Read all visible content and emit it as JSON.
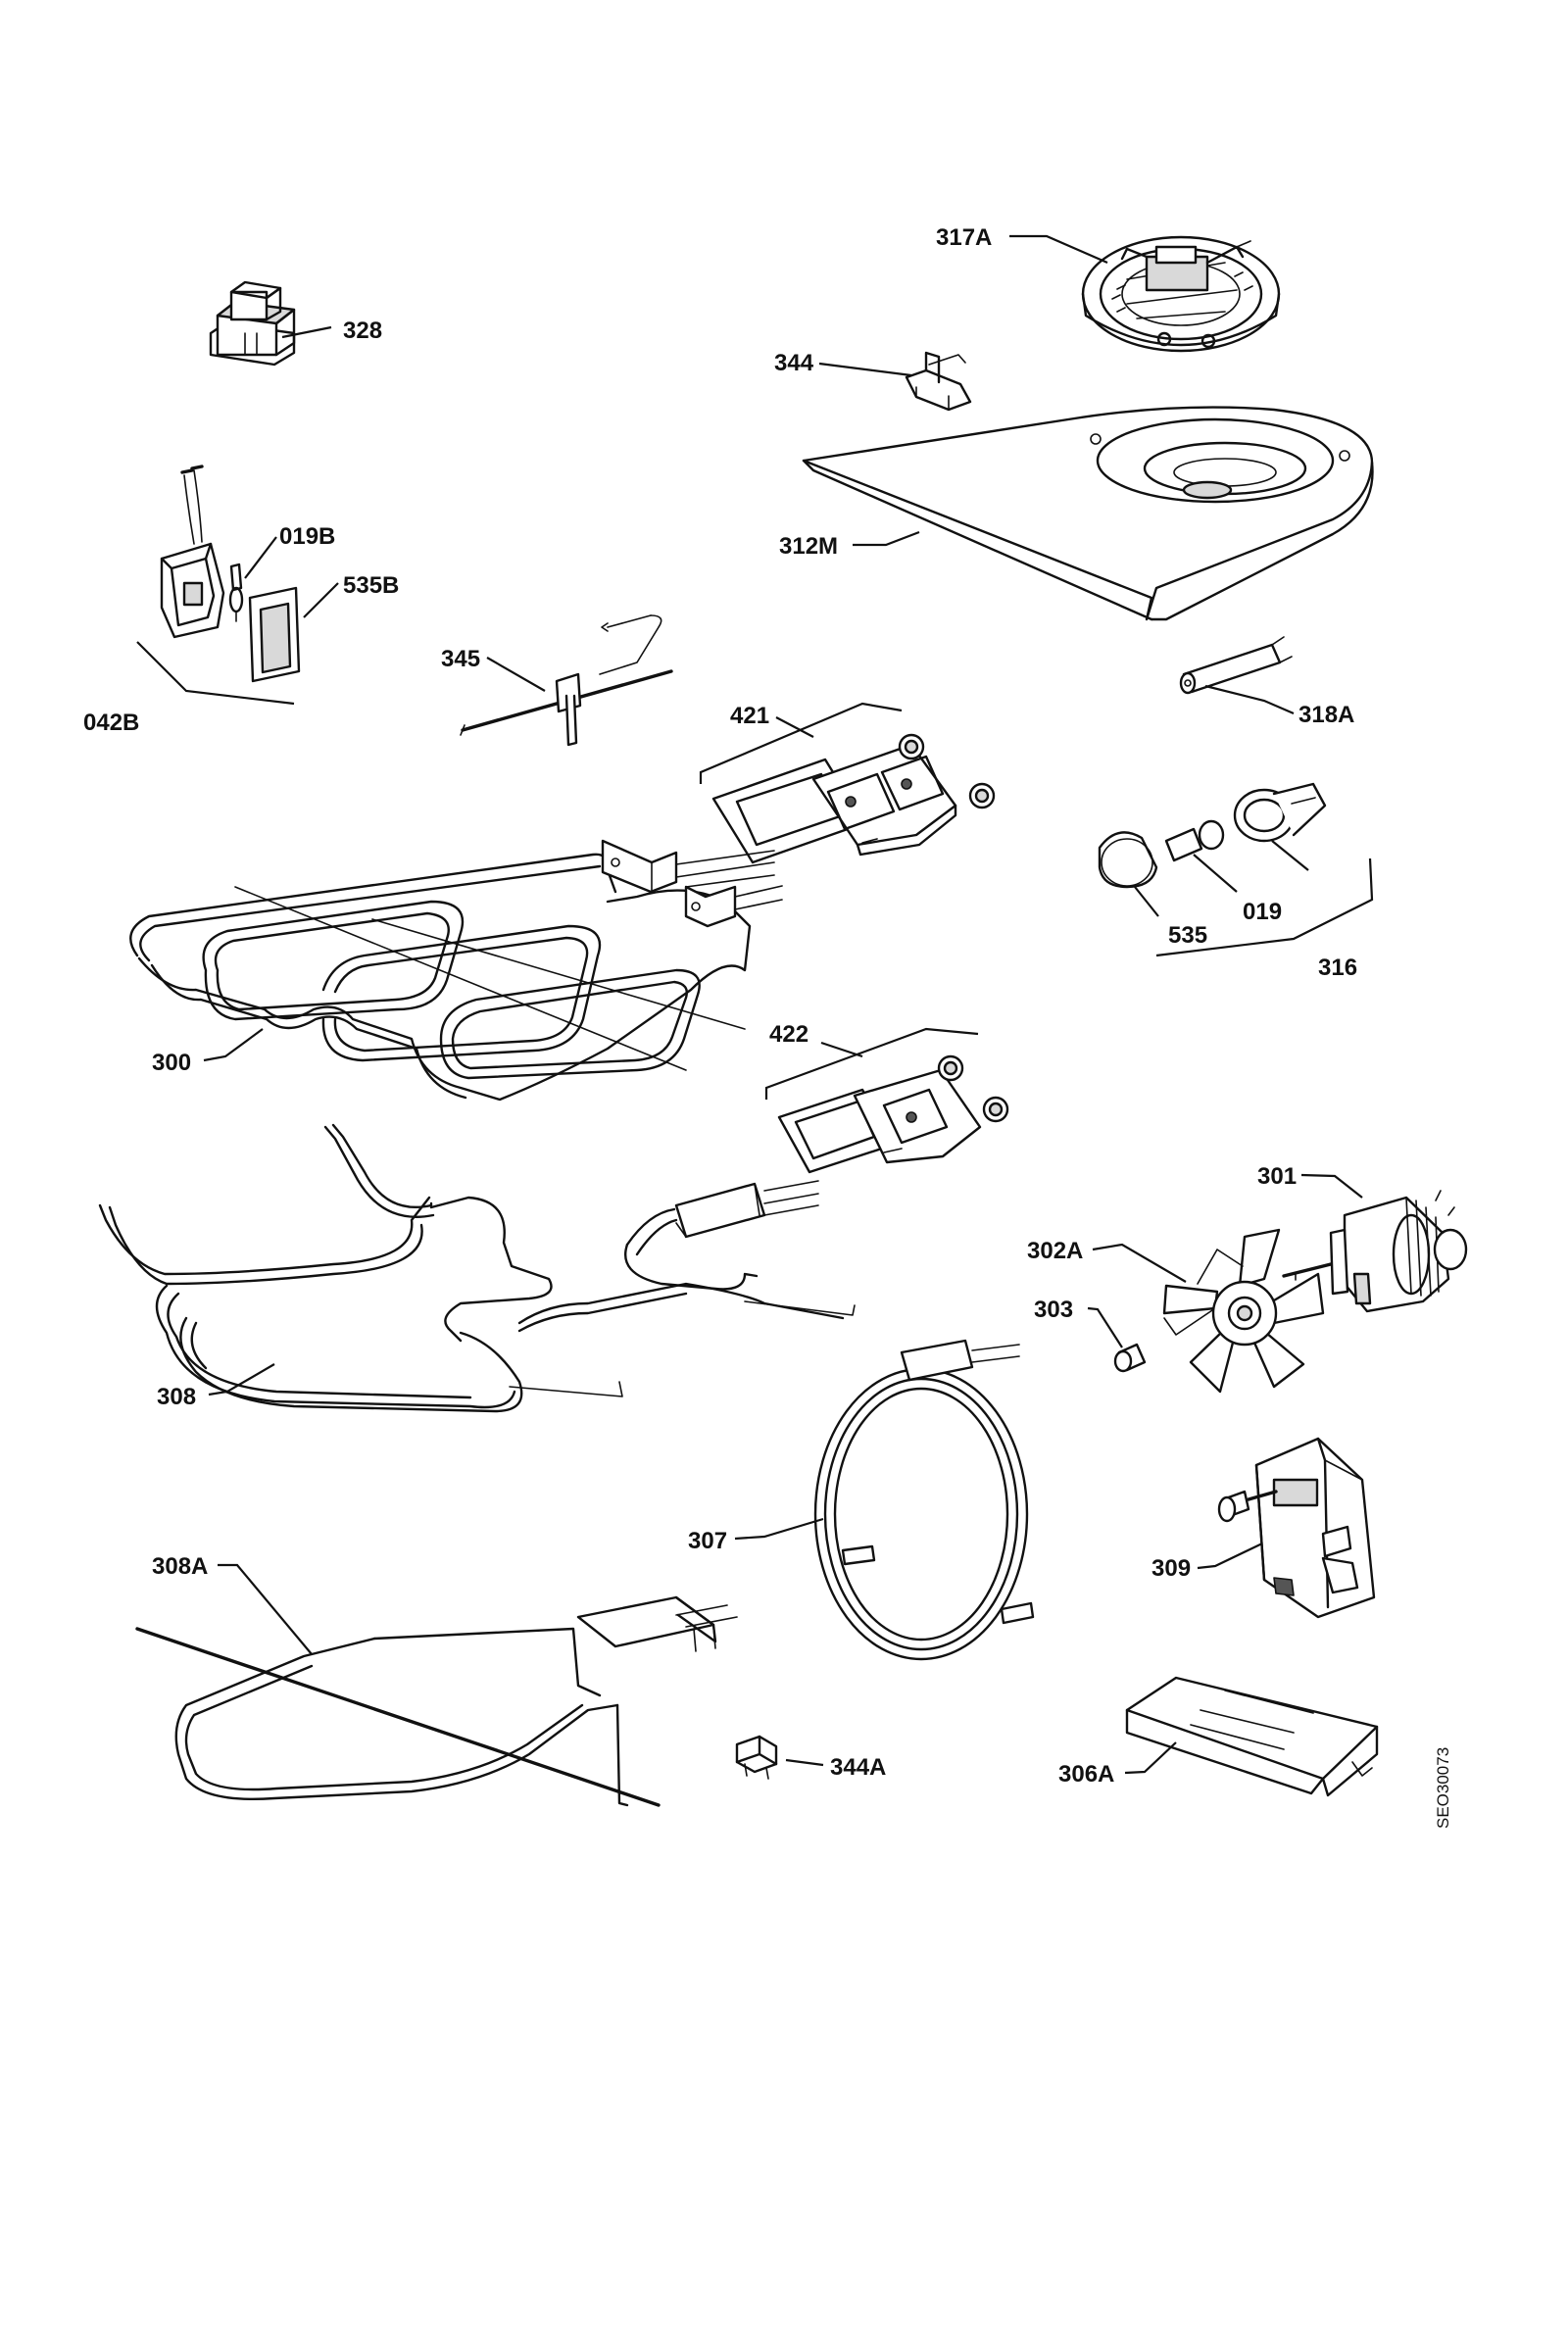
{
  "callouts": {
    "p317A": "317A",
    "p328": "328",
    "p344": "344",
    "p312M": "312M",
    "p019B": "019B",
    "p535B": "535B",
    "p042B": "042B",
    "p345": "345",
    "p318A": "318A",
    "p421": "421",
    "p535": "535",
    "p019": "019",
    "p316": "316",
    "p300": "300",
    "p422": "422",
    "p301": "301",
    "p302A": "302A",
    "p303": "303",
    "p308": "308",
    "p307": "307",
    "p309": "309",
    "p308A": "308A",
    "p344A": "344A",
    "p306A": "306A"
  },
  "drawing_code": "SEO30073"
}
